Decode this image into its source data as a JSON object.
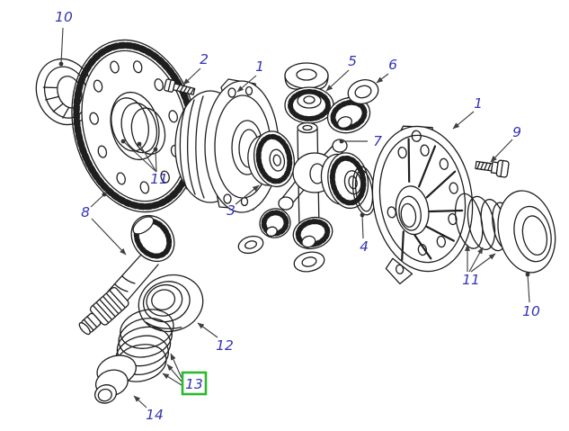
{
  "diagram": {
    "type": "exploded-parts-diagram",
    "subject": "differential crown wheel and pinion assembly",
    "background_color": "#ffffff",
    "line_color": "#1e1e1e",
    "callout_color": "#3434b4",
    "highlight_box_color": "#2eb82e",
    "highlighted_callout": "13",
    "callouts": [
      {
        "id": "c10a",
        "label": "10"
      },
      {
        "id": "c2",
        "label": "2"
      },
      {
        "id": "c1a",
        "label": "1"
      },
      {
        "id": "c5",
        "label": "5"
      },
      {
        "id": "c6",
        "label": "6"
      },
      {
        "id": "c1b",
        "label": "1"
      },
      {
        "id": "c9",
        "label": "9"
      },
      {
        "id": "c7",
        "label": "7"
      },
      {
        "id": "c11a",
        "label": "11"
      },
      {
        "id": "c8",
        "label": "8"
      },
      {
        "id": "c3",
        "label": "3"
      },
      {
        "id": "c4",
        "label": "4"
      },
      {
        "id": "c11b",
        "label": "11"
      },
      {
        "id": "c10b",
        "label": "10"
      },
      {
        "id": "c12",
        "label": "12"
      },
      {
        "id": "c13",
        "label": "13",
        "highlighted": true
      },
      {
        "id": "c14",
        "label": "14"
      }
    ]
  }
}
